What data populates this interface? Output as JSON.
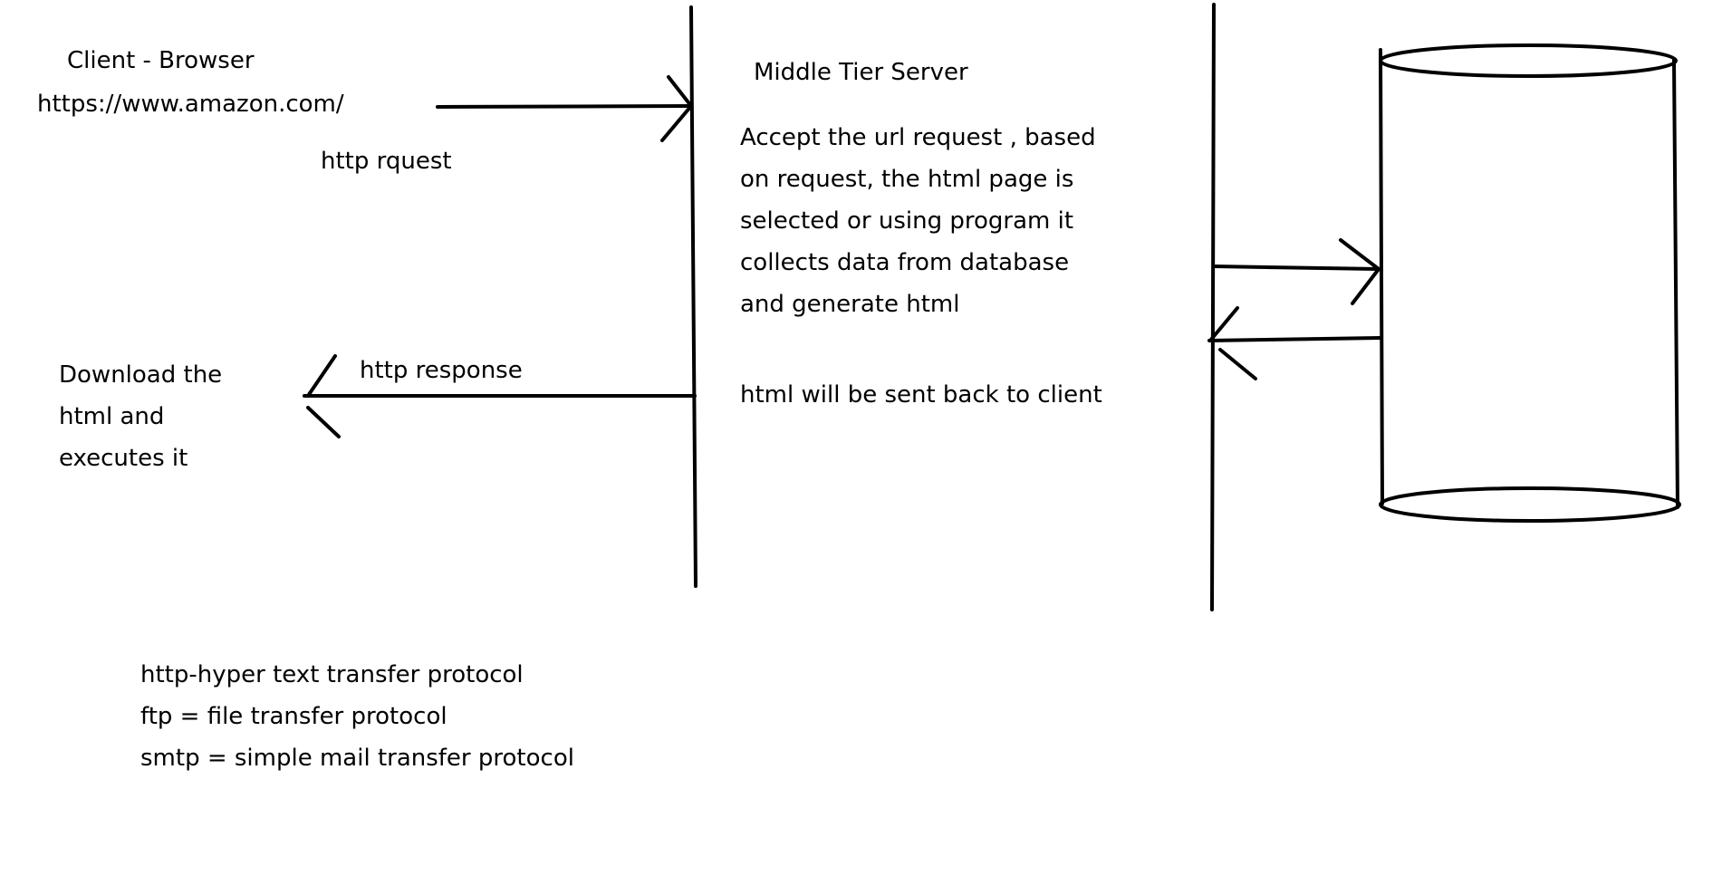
{
  "client": {
    "title": "Client - Browser",
    "url": "https://www.amazon.com/",
    "download_lines": [
      "Download the",
      "html and",
      "executes it"
    ]
  },
  "arrows": {
    "request_label": "http rquest",
    "response_label": "http response"
  },
  "server": {
    "title": "Middle Tier Server",
    "description_lines": [
      "Accept the url request , based",
      "on request, the html page is",
      "selected or using program it",
      "collects data from database",
      "and generate html"
    ],
    "response_note": "html will be sent back to client"
  },
  "notes": [
    "http-hyper text transfer protocol",
    "ftp = file transfer protocol",
    "smtp = simple mail transfer protocol"
  ]
}
